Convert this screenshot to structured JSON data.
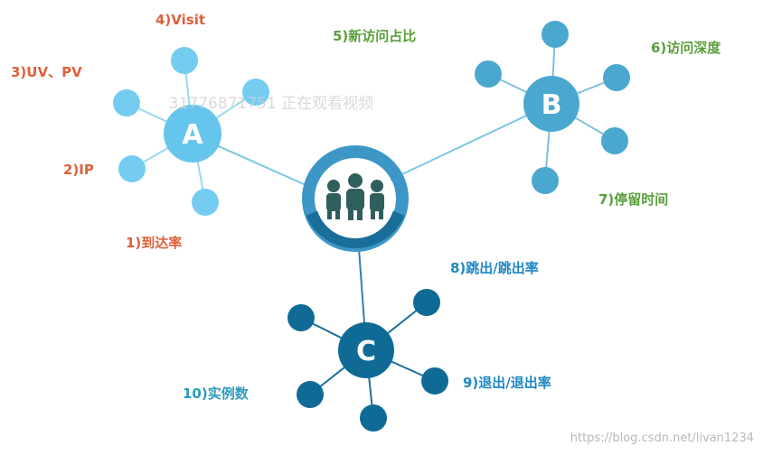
{
  "colors": {
    "orange": "#e0603a",
    "green": "#5a9e3a",
    "blue": "#1f87c4",
    "teal": "#2e9bbd",
    "hub_a": "#66c5ec",
    "hub_b": "#4aa8cf",
    "hub_c": "#0f6b96",
    "center_ring": "#3c97c6",
    "center_ring_dark": "#1a6e9a",
    "people": "#2e5f5c"
  },
  "diagram": {
    "hubs": [
      {
        "id": "A",
        "letter": "A"
      },
      {
        "id": "B",
        "letter": "B"
      },
      {
        "id": "C",
        "letter": "C"
      }
    ],
    "center": {
      "icon": "people-group-icon"
    },
    "labels": [
      {
        "id": "visit",
        "text": "4)Visit"
      },
      {
        "id": "uv-pv",
        "text": "3)UV、PV"
      },
      {
        "id": "ip",
        "text": "2)IP"
      },
      {
        "id": "arrival-rate",
        "text": "1)到达率"
      },
      {
        "id": "new-visit-ratio",
        "text": "5)新访问占比"
      },
      {
        "id": "visit-depth",
        "text": "6)访问深度"
      },
      {
        "id": "dwell-time",
        "text": "7)停留时间"
      },
      {
        "id": "bounce-rate",
        "text": "8)跳出/跳出率"
      },
      {
        "id": "exit-rate",
        "text": "9)退出/退出率"
      },
      {
        "id": "instances",
        "text": "10)实例数"
      }
    ],
    "overlay_text": "31776871751 正在观看视频",
    "watermark": "https://blog.csdn.net/livan1234"
  }
}
